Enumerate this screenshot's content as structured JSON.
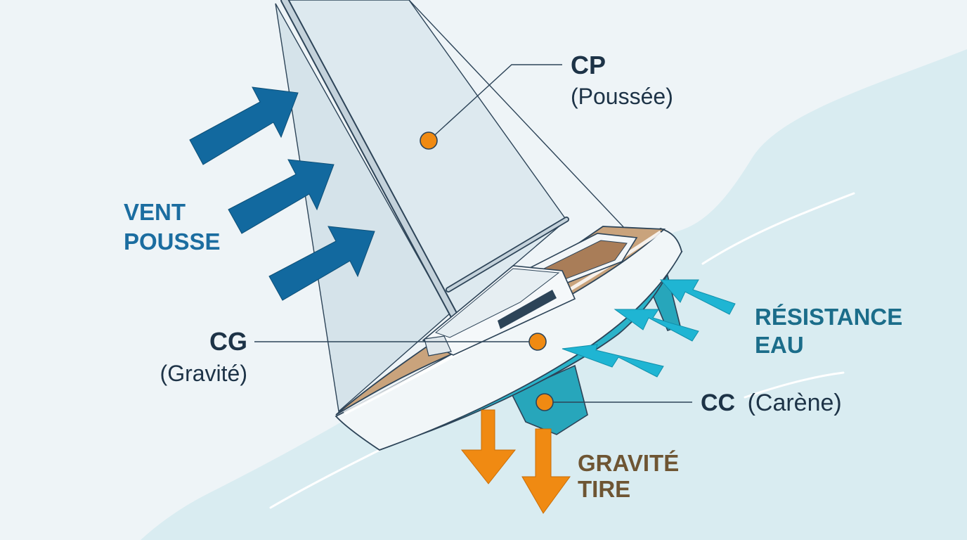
{
  "labels": {
    "cp": {
      "title": "CP",
      "sub": "(Poussée)"
    },
    "cg": {
      "title": "CG",
      "sub": "(Gravité)"
    },
    "cc": {
      "title": "CC",
      "sub": "(Carène)"
    },
    "wind": {
      "line1": "VENT",
      "line2": "POUSSE"
    },
    "water": {
      "line1": "RÉSISTANCE",
      "line2": "EAU"
    },
    "gravity": {
      "line1": "GRAVITÉ",
      "line2": "TIRE"
    }
  },
  "colors": {
    "background": "#eef4f7",
    "water": "#d9ecf1",
    "wind_arrow": "#12699f",
    "water_arrow": "#1fb5d3",
    "gravity_arrow": "#f08a12",
    "center_point": "#f08a12",
    "wind_text": "#1b6da0",
    "water_text": "#1b6d8a",
    "gravity_text": "#6e5533",
    "label_text": "#1d3347",
    "deck": "#c9a37c",
    "hull_bottom": "#2ab3c9"
  }
}
